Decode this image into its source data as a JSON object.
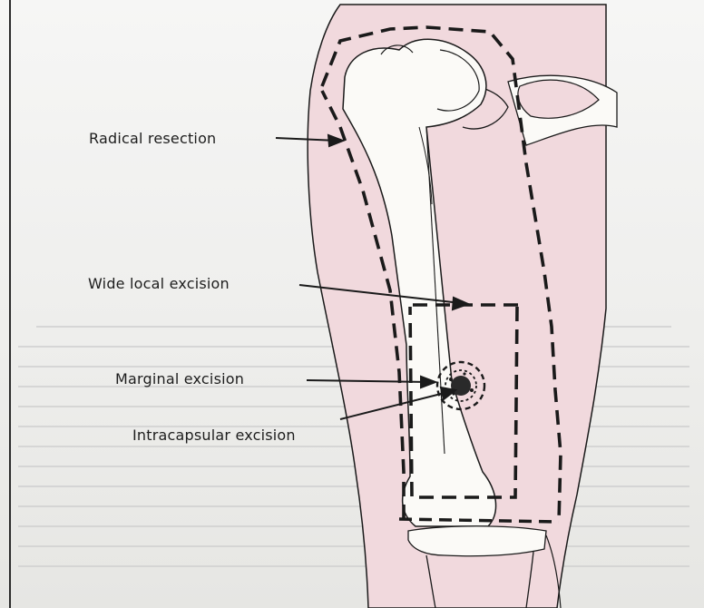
{
  "figure": {
    "labels": {
      "radical_resection": "Radical resection",
      "wide_local_excision": "Wide local excision",
      "marginal_excision": "Marginal excision",
      "intracapsular_excision": "Intracapsular excision"
    },
    "colors": {
      "page_background": "#ffffff",
      "paper_tint": "#f2f1ef",
      "soft_tissue": "#f1d9dd",
      "bone": "#fbfaf7",
      "outline": "#1a1a1a"
    }
  }
}
